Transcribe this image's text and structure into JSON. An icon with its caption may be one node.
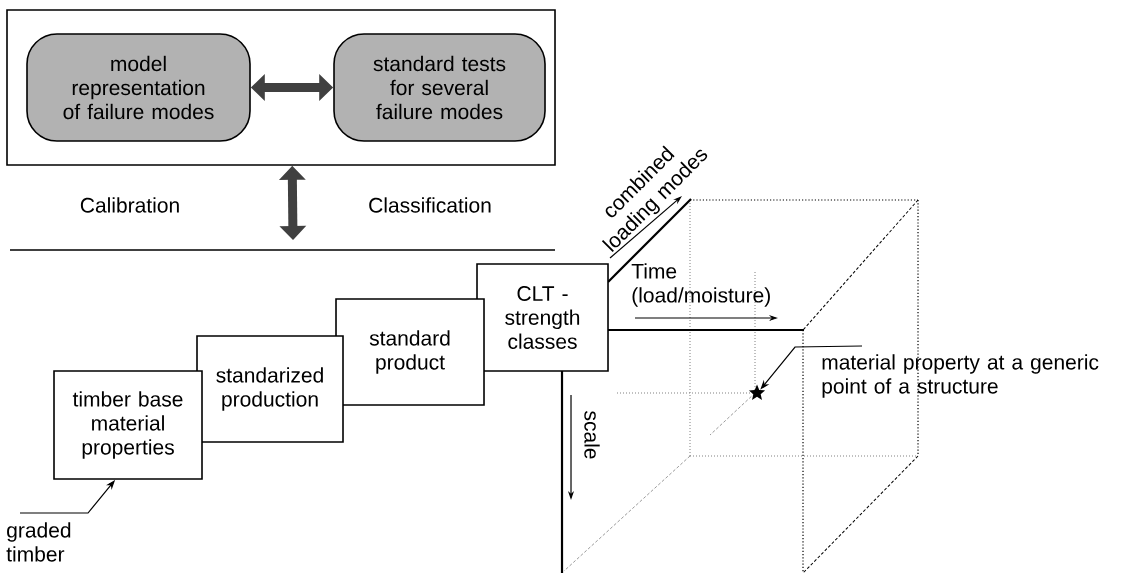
{
  "diagram": {
    "nodes": [
      {
        "text": [],
        "shape": "box"
      },
      {
        "text": [
          "model representation of failure modes"
        ],
        "in": 0
      },
      {
        "text": [
          "standard tests for several failure modes"
        ],
        "in": 0
      },
      {
        "text": [
          "timber base material properties"
        ]
      },
      {
        "text": [
          "standarized production"
        ]
      },
      {
        "text": [
          "standard product"
        ]
      },
      {
        "text": [
          "CLT - strength classes"
        ]
      },
      {
        "text": [
          "graded timber"
        ]
      },
      {
        "text": [
          "material property at a generic point of a structure"
        ]
      },
      {
        "text": [],
        "shape": "star"
      }
    ],
    "edges": [
      {
        "from": 1,
        "to": 2,
        "arrow": "both",
        "style": "thick",
        "color": "#404040"
      },
      {
        "from": 0,
        "to": null,
        "arrow": "both",
        "style": "thick",
        "color": "#404040"
      },
      {
        "from": 7,
        "to": 3,
        "arrow": "to"
      },
      {
        "from": 8,
        "to": 9,
        "arrow": "to"
      }
    ],
    "labels": [
      "Calibration",
      "Classification",
      "combined loading modes",
      "Time (load/moisture)",
      "scale"
    ]
  }
}
